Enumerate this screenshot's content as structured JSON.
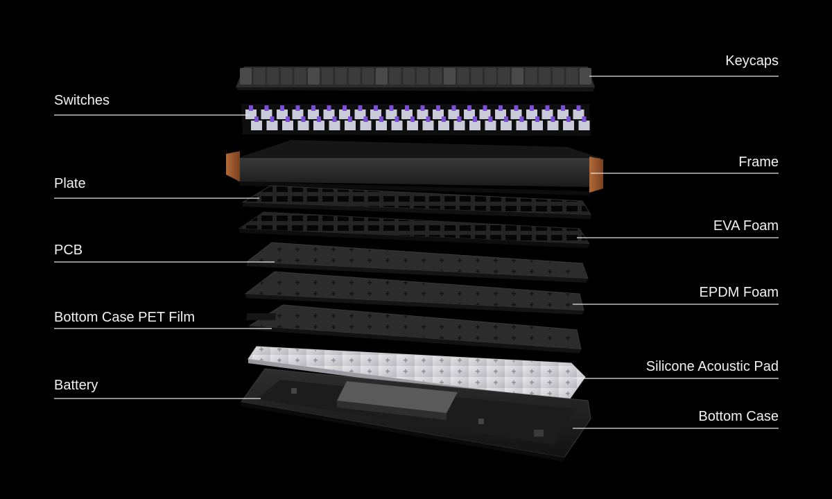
{
  "diagram": {
    "background": "#000000",
    "layers": [
      {
        "id": "keycaps",
        "label": "Keycaps",
        "side": "right",
        "color": "#3a3a3a"
      },
      {
        "id": "switches",
        "label": "Switches",
        "side": "left",
        "color": "#7c5bd0"
      },
      {
        "id": "frame",
        "label": "Frame",
        "side": "right",
        "color": "#9a5a30"
      },
      {
        "id": "plate",
        "label": "Plate",
        "side": "left",
        "color": "#1e1e1e"
      },
      {
        "id": "eva-foam",
        "label": "EVA Foam",
        "side": "right",
        "color": "#1b1b1b"
      },
      {
        "id": "pcb",
        "label": "PCB",
        "side": "left",
        "color": "#2b2b2b"
      },
      {
        "id": "epdm-foam",
        "label": "EPDM Foam",
        "side": "right",
        "color": "#2a2a2a"
      },
      {
        "id": "bottom-case-pet-film",
        "label": "Bottom Case PET Film",
        "side": "left",
        "color": "#2c2c2c"
      },
      {
        "id": "silicone-acoustic-pad",
        "label": "Silicone Acoustic Pad",
        "side": "right",
        "color": "#d9d9dd"
      },
      {
        "id": "battery",
        "label": "Battery",
        "side": "left",
        "color": "#4a4a4a"
      },
      {
        "id": "bottom-case",
        "label": "Bottom Case",
        "side": "right",
        "color": "#252525"
      }
    ]
  }
}
